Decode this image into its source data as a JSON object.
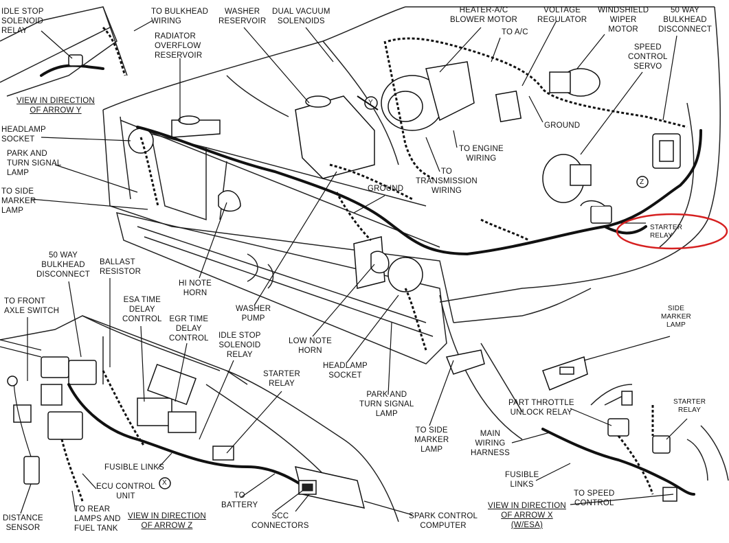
{
  "labels": {
    "idle_stop_relay_top": "IDLE STOP\nSOLENOID\nRELAY",
    "to_bulkhead_wiring": "TO BULKHEAD\nWIRING",
    "radiator_overflow": "RADIATOR\nOVERFLOW\nRESERVOIR",
    "washer_reservoir": "WASHER\nRESERVOIR",
    "dual_vacuum": "DUAL VACUUM\nSOLENOIDS",
    "heater_blower": "HEATER-A/C\nBLOWER MOTOR",
    "to_ac": "TO A/C",
    "voltage_regulator": "VOLTAGE\nREGULATOR",
    "windshield_wiper": "WINDSHIELD\nWIPER\nMOTOR",
    "bulkhead_50way_top": "50 WAY\nBULKHEAD\nDISCONNECT",
    "speed_control_servo": "SPEED\nCONTROL\nSERVO",
    "view_arrow_y": "VIEW IN DIRECTION\nOF ARROW Y",
    "headlamp_socket_left": "HEADLAMP\nSOCKET",
    "park_turn_left": "PARK AND\nTURN SIGNAL\nLAMP",
    "side_marker_left": "TO SIDE\nMARKER\nLAMP",
    "ground_top": "GROUND",
    "to_engine_wiring": "TO ENGINE\nWIRING",
    "to_transmission": "TO\nTRANSMISSION\nWIRING",
    "ground_mid": "GROUND",
    "starter_relay_circled": "STARTER\nRELAY",
    "bulkhead_50way_left": "50 WAY\nBULKHEAD\nDISCONNECT",
    "ballast_resistor": "BALLAST\nRESISTOR",
    "to_front_axle": "TO FRONT\nAXLE SWITCH",
    "esa_time_delay": "ESA TIME\nDELAY\nCONTROL",
    "egr_time_delay": "EGR TIME\nDELAY\nCONTROL",
    "idle_stop_relay_low": "IDLE STOP\nSOLENOID\nRELAY",
    "hi_note_horn": "HI NOTE\nHORN",
    "washer_pump": "WASHER\nPUMP",
    "low_note_horn": "LOW NOTE\nHORN",
    "headlamp_socket_mid": "HEADLAMP\nSOCKET",
    "starter_relay_low": "STARTER\nRELAY",
    "park_turn_mid": "PARK AND\nTURN SIGNAL\nLAMP",
    "side_marker_mid": "TO SIDE\nMARKER\nLAMP",
    "side_marker_right": "SIDE\nMARKER\nLAMP",
    "part_throttle": "PART THROTTLE\nUNLOCK RELAY",
    "starter_relay_right": "STARTER\nRELAY",
    "main_wiring": "MAIN\nWIRING\nHARNESS",
    "fusible_links_right": "FUSIBLE\nLINKS",
    "to_speed_control": "TO SPEED\nCONTROL",
    "fusible_links_left": "FUSIBLE LINKS",
    "ecu": "ECU CONTROL\nUNIT",
    "distance_sensor": "DISTANCE\nSENSOR",
    "to_rear_lamps": "TO REAR\nLAMPS AND\nFUEL TANK",
    "view_arrow_z": "VIEW IN DIRECTION\nOF ARROW Z",
    "to_battery": "TO\nBATTERY",
    "scc_connectors": "SCC\nCONNECTORS",
    "spark_control": "SPARK CONTROL\nCOMPUTER",
    "view_arrow_x": "VIEW IN DIRECTION\nOF ARROW X\n(W/ESA)",
    "arrow_y": "Y",
    "arrow_z": "Z",
    "arrow_x": "X"
  },
  "colors": {
    "line": "#111111",
    "highlight": "#d62020",
    "background": "#ffffff"
  }
}
